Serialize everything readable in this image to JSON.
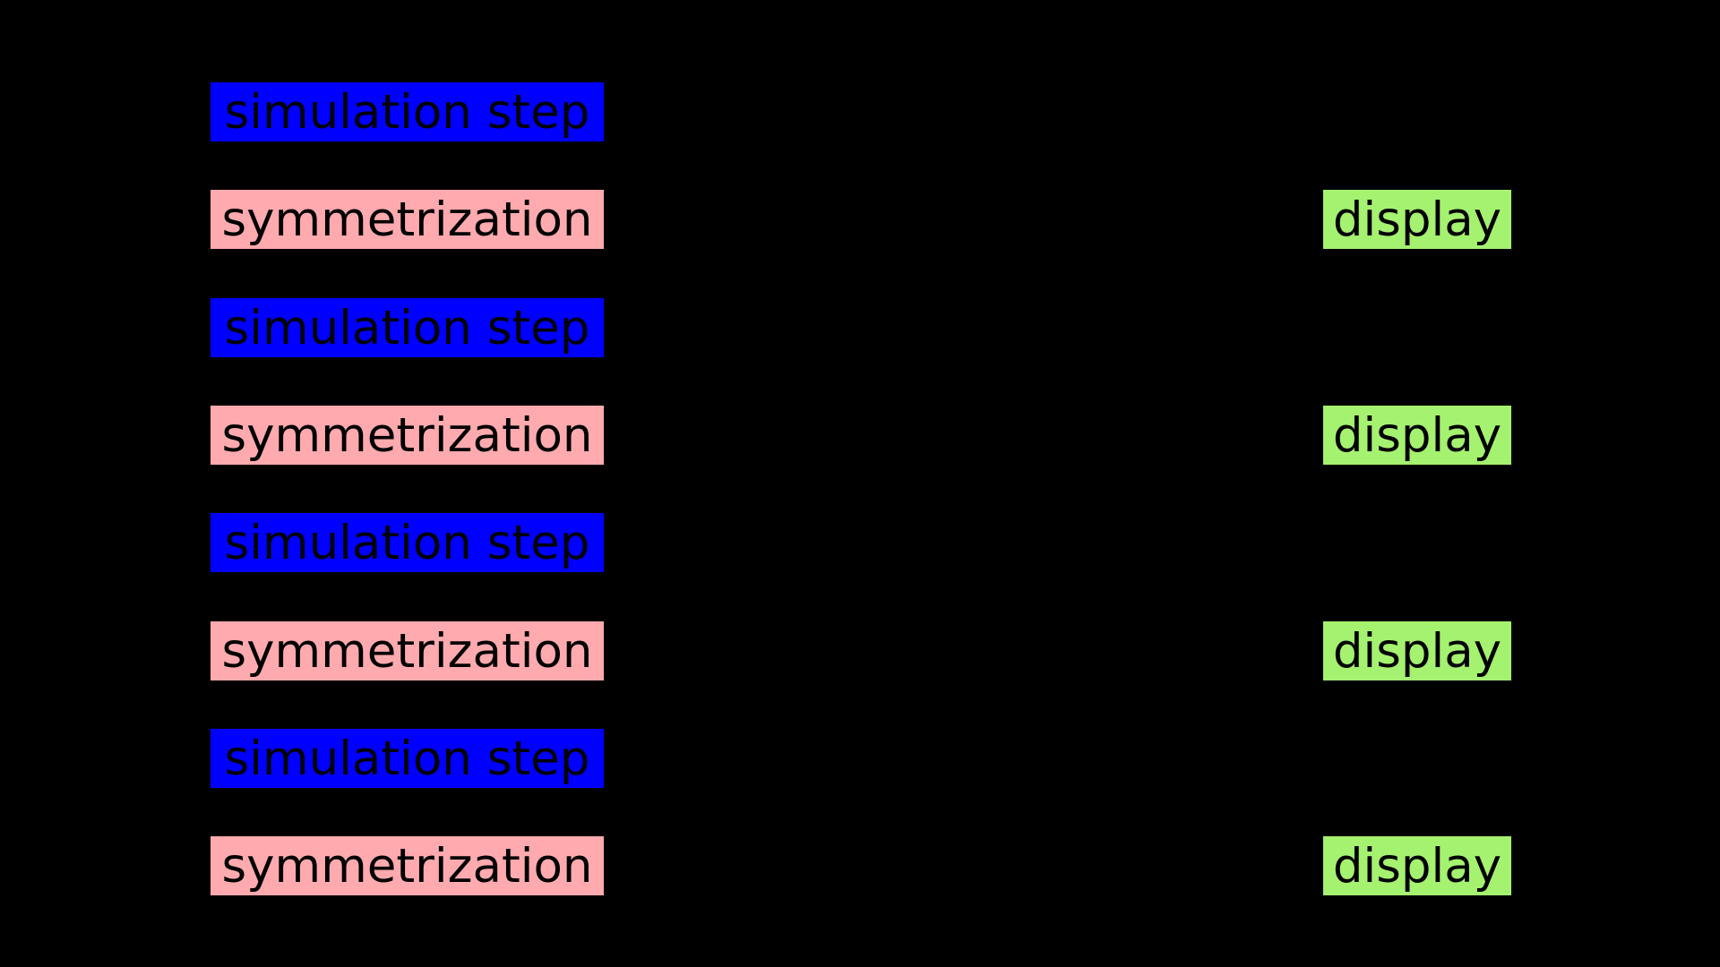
{
  "colors": {
    "background": "#000000",
    "simulation_step_fill": "#0000ff",
    "symmetrization_fill": "#ffaaae",
    "display_fill": "#a5f170",
    "label_text": "#000000"
  },
  "pipeline": {
    "left_column": [
      {
        "type": "simulation_step",
        "label": "simulation step"
      },
      {
        "type": "symmetrization",
        "label": "symmetrization"
      },
      {
        "type": "simulation_step",
        "label": "simulation step"
      },
      {
        "type": "symmetrization",
        "label": "symmetrization"
      },
      {
        "type": "simulation_step",
        "label": "simulation step"
      },
      {
        "type": "symmetrization",
        "label": "symmetrization"
      },
      {
        "type": "simulation_step",
        "label": "simulation step"
      },
      {
        "type": "symmetrization",
        "label": "symmetrization"
      }
    ],
    "right_column": [
      {
        "type": "display",
        "label": "display"
      },
      {
        "type": "display",
        "label": "display"
      },
      {
        "type": "display",
        "label": "display"
      },
      {
        "type": "display",
        "label": "display"
      }
    ]
  }
}
